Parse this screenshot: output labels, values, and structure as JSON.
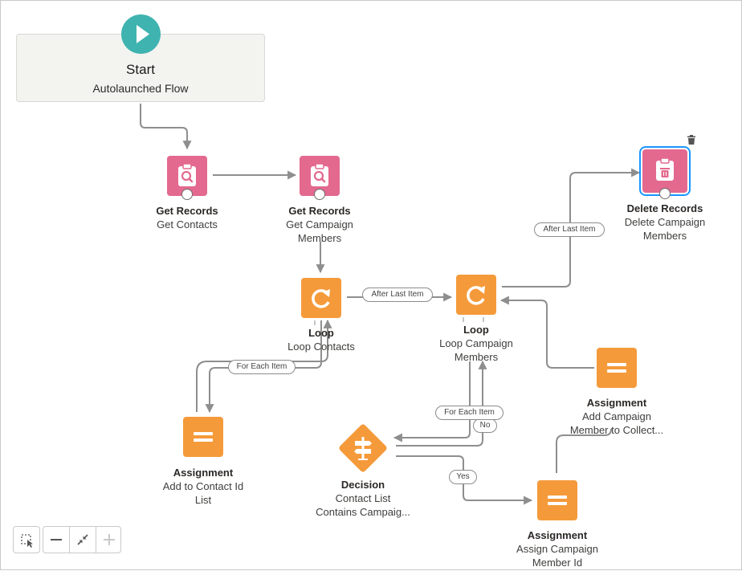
{
  "start": {
    "title": "Start",
    "subtitle": "Autolaunched Flow"
  },
  "nodes": {
    "get_contacts": {
      "type": "Get Records",
      "label": "Get Contacts"
    },
    "get_campaign_members": {
      "type": "Get Records",
      "label_line1": "Get Campaign",
      "label_line2": "Members"
    },
    "delete_records": {
      "type": "Delete Records",
      "label_line1": "Delete Campaign",
      "label_line2": "Members"
    },
    "loop_contacts": {
      "type": "Loop",
      "label": "Loop Contacts"
    },
    "loop_campaign_members": {
      "type": "Loop",
      "label_line1": "Loop Campaign",
      "label_line2": "Members"
    },
    "assignment_add_campaign": {
      "type": "Assignment",
      "label_line1": "Add Campaign",
      "label_line2": "Member to Collect..."
    },
    "assignment_contact_list": {
      "type": "Assignment",
      "label_line1": "Add to Contact Id",
      "label_line2": "List"
    },
    "decision": {
      "type": "Decision",
      "label_line1": "Contact List",
      "label_line2": "Contains Campaig..."
    },
    "assignment_assign_campaign": {
      "type": "Assignment",
      "label_line1": "Assign Campaign",
      "label_line2": "Member Id"
    }
  },
  "connector_labels": {
    "after_last_item_1": "After Last Item",
    "after_last_item_2": "After Last Item",
    "for_each_item_1": "For Each Item",
    "for_each_item_2": "For Each Item",
    "no": "No",
    "yes": "Yes"
  },
  "icons": {
    "start": "play-icon",
    "get_records": "record-lookup-icon",
    "delete_records": "record-delete-icon",
    "loop": "loop-icon",
    "assignment": "assignment-icon",
    "decision": "decision-icon",
    "trash": "trash-icon",
    "zoom": [
      "marquee-select-icon",
      "zoom-out-icon",
      "fit-to-view-icon",
      "zoom-in-icon"
    ]
  },
  "colors": {
    "start": "#3fb3b0",
    "records": "#e3698f",
    "logic": "#f59a3a",
    "connector": "#8e8e8e",
    "selection": "#1b96ff"
  }
}
